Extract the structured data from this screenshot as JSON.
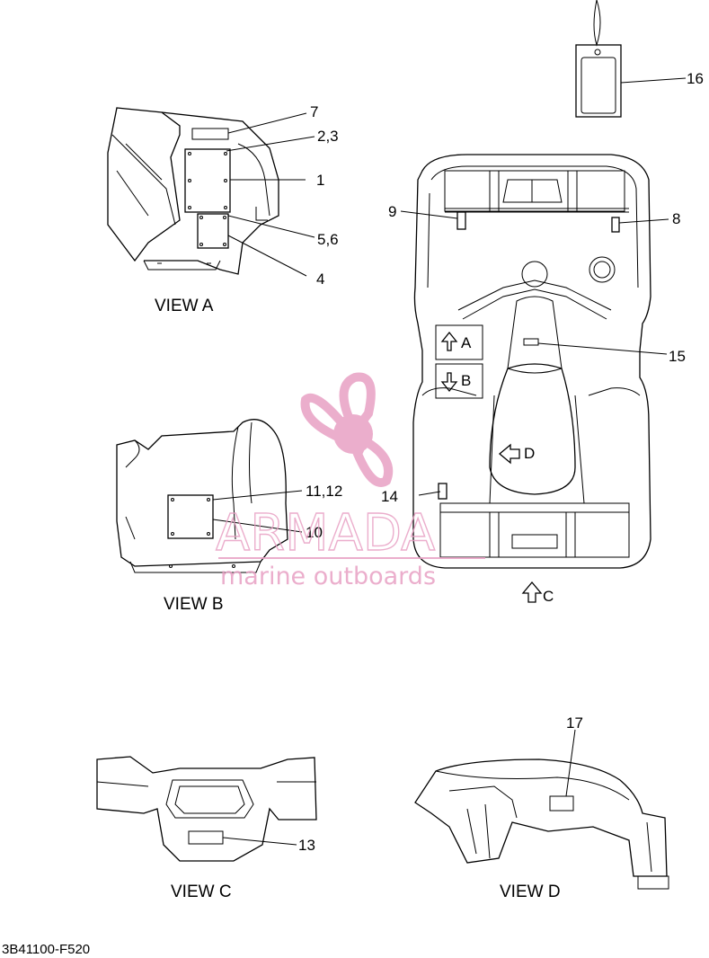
{
  "callouts": {
    "c1": "1",
    "c2_3": "2,3",
    "c4": "4",
    "c5_6": "5,6",
    "c7": "7",
    "c8": "8",
    "c9": "9",
    "c10": "10",
    "c11_12": "11,12",
    "c13": "13",
    "c14": "14",
    "c15": "15",
    "c16": "16",
    "c17": "17"
  },
  "views": {
    "a": "VIEW A",
    "b": "VIEW B",
    "c": "VIEW C",
    "d": "VIEW D"
  },
  "arrows": {
    "a": "A",
    "b": "B",
    "c": "C",
    "d": "D"
  },
  "diagram_code": "3B41100-F520",
  "watermark": {
    "brand": "ARMADA",
    "tagline": "marine outboards",
    "color": "#e8a0c4"
  }
}
